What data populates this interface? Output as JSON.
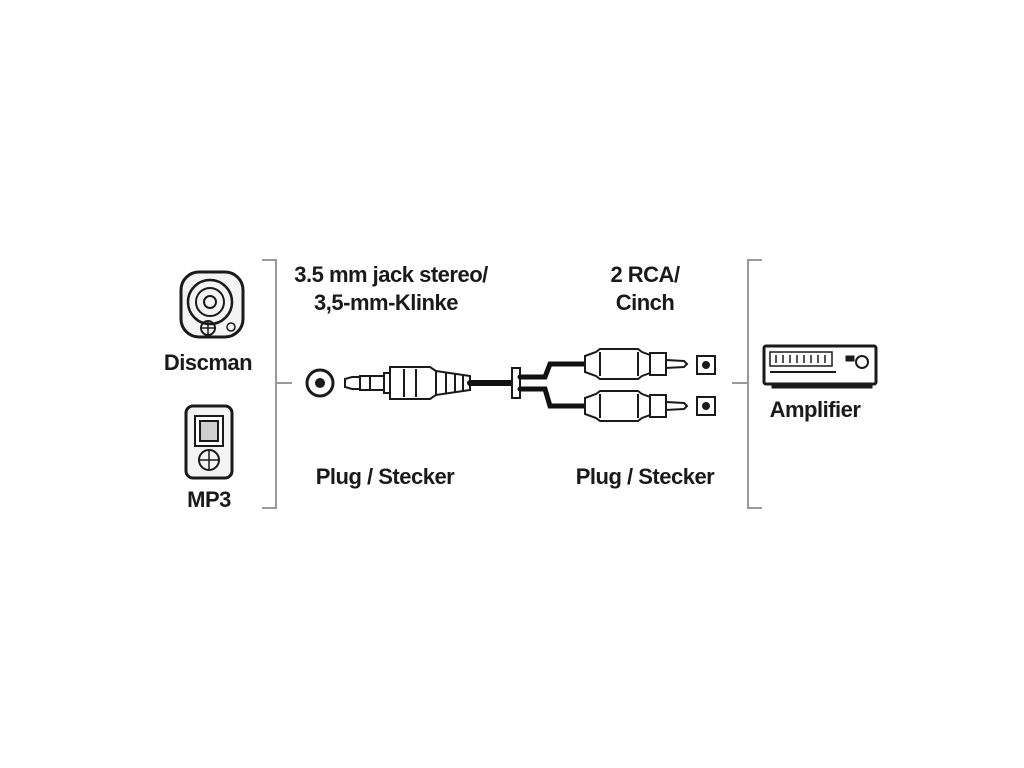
{
  "diagram": {
    "left_jack_label_line1": "3.5 mm jack stereo/",
    "left_jack_label_line2": "3,5-mm-Klinke",
    "right_rca_label_line1": "2 RCA/",
    "right_rca_label_line2": "Cinch",
    "left_plug_label": "Plug / Stecker",
    "right_plug_label": "Plug / Stecker",
    "device_discman_label": "Discman",
    "device_mp3_label": "MP3",
    "device_amplifier_label": "Amplifier",
    "icons": [
      "discman-icon",
      "mp3-player-icon",
      "amplifier-icon",
      "jack-socket-icon",
      "jack-plug-icon",
      "rca-plug-icon",
      "rca-socket-icon",
      "cable-icon"
    ],
    "colors": {
      "line": "#1a1a1a",
      "cable": "#111111",
      "bracket": "#9a9a9a",
      "background": "#ffffff"
    }
  }
}
